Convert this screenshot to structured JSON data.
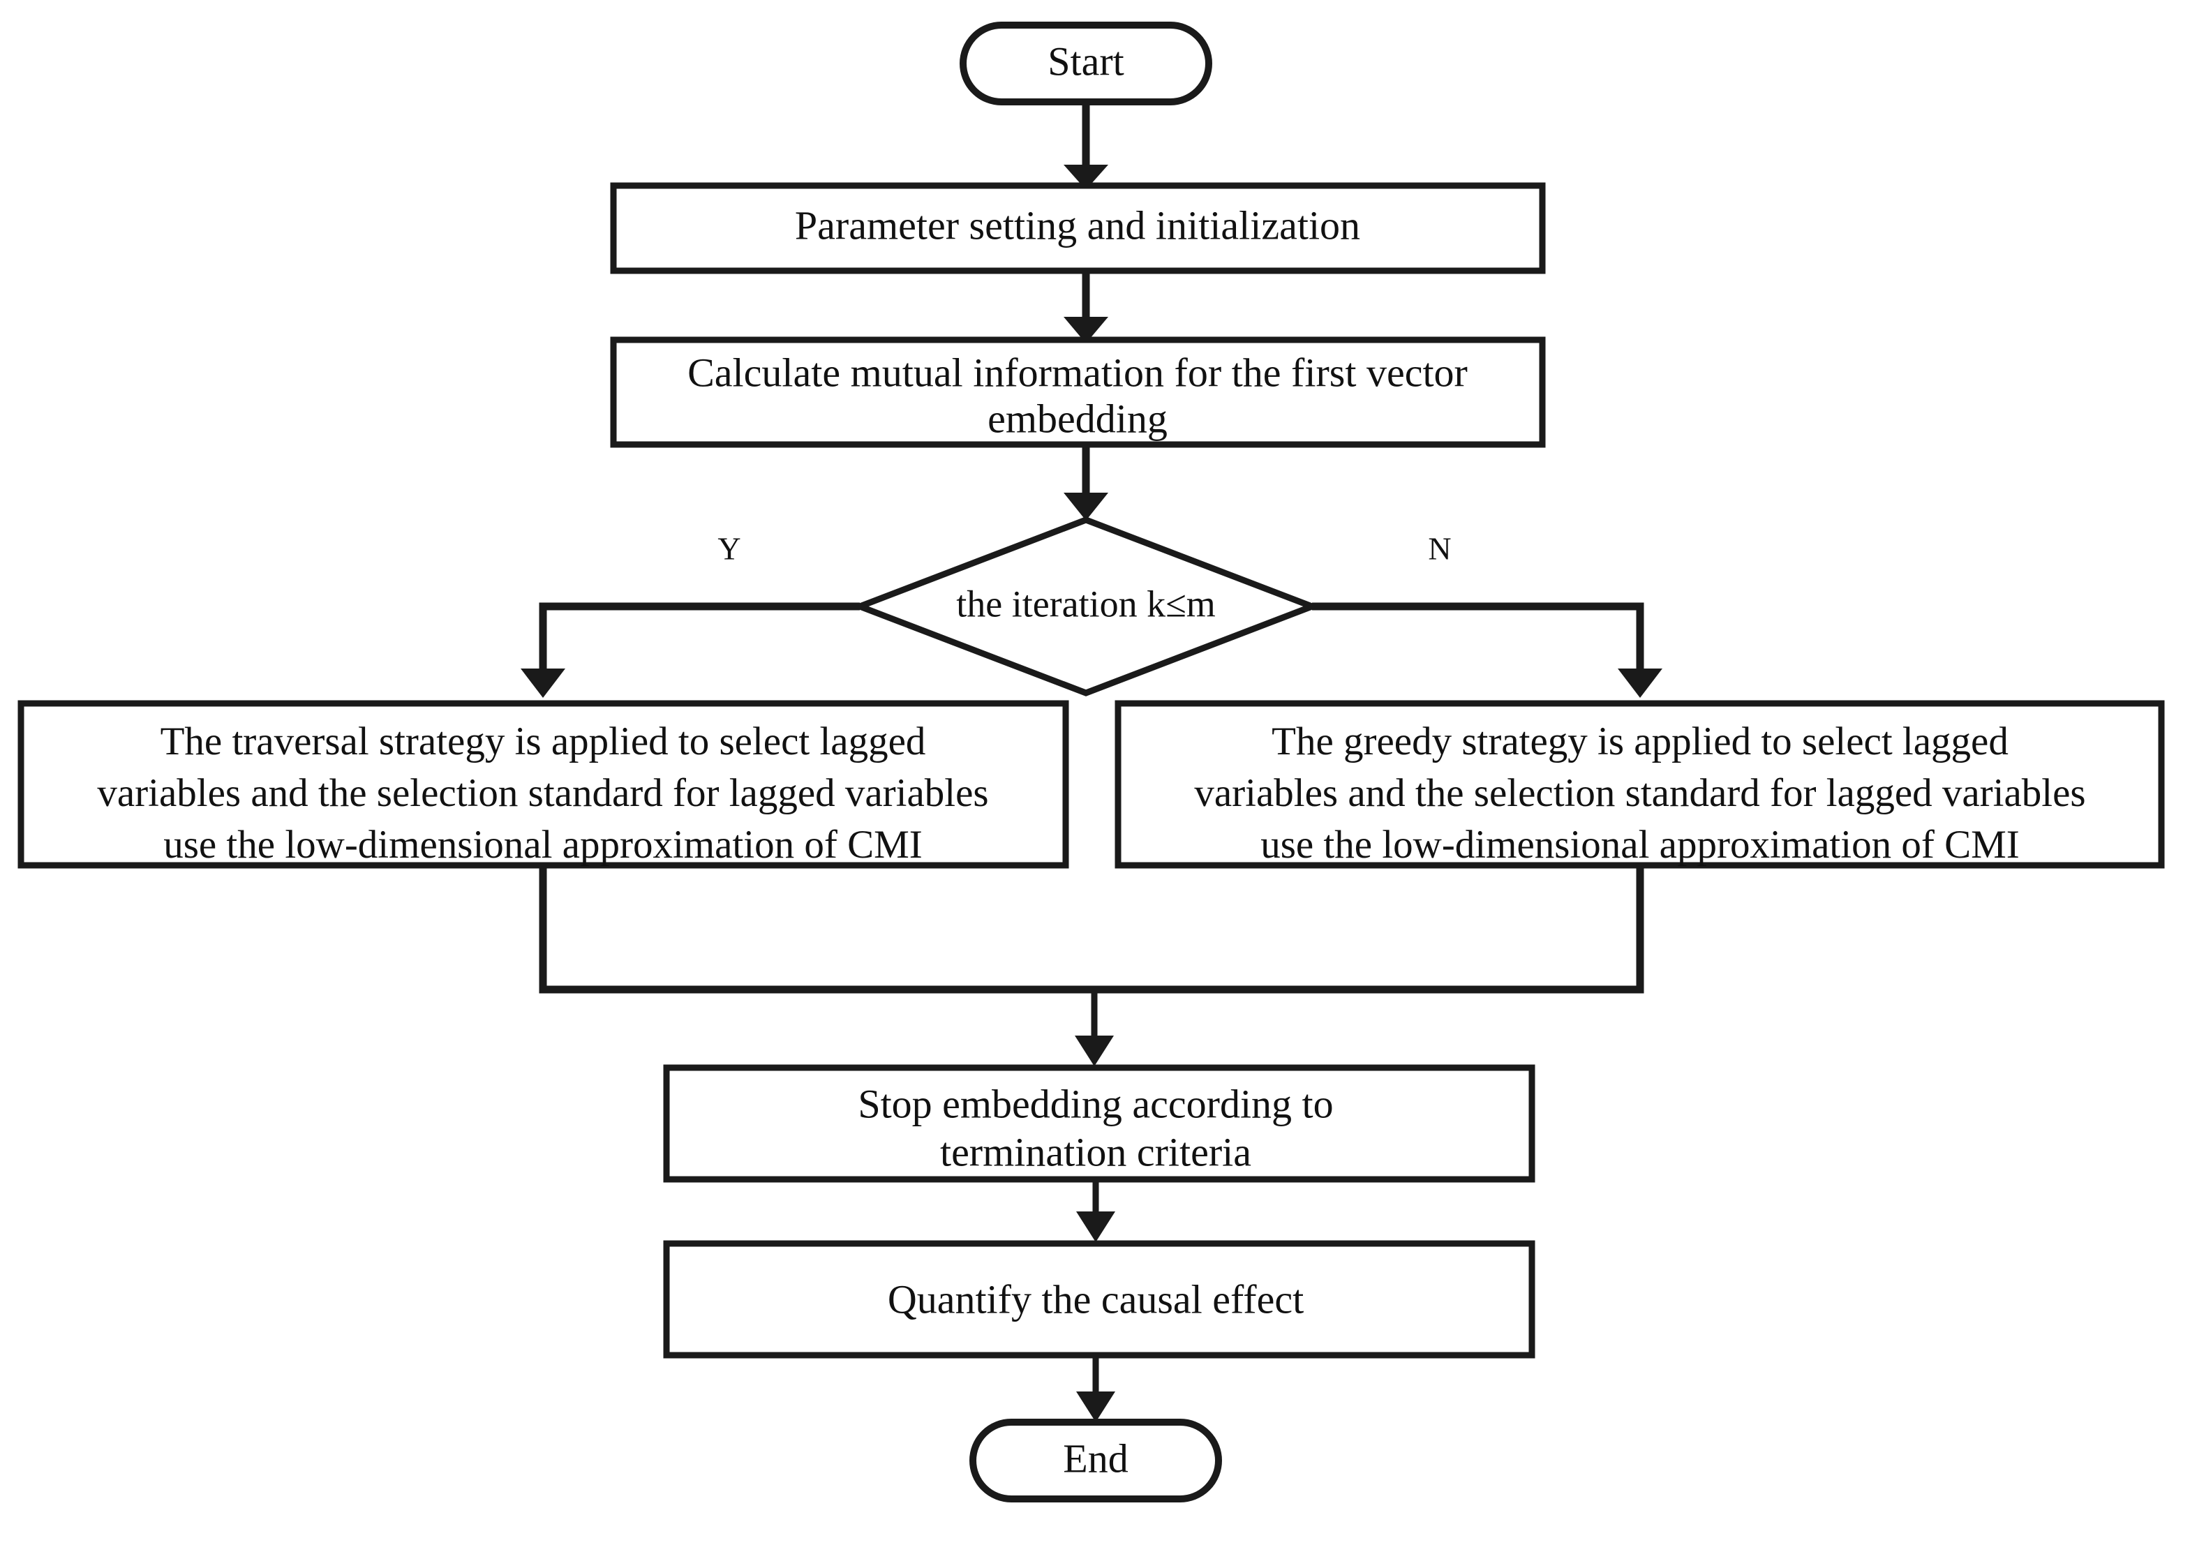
{
  "diagram": {
    "title": "Algorithm flowchart",
    "type": "flowchart",
    "colors": {
      "stroke": "#1a1a1a",
      "fill": "#ffffff",
      "text": "#111111"
    },
    "nodes": {
      "start": {
        "label": "Start",
        "shape": "terminator"
      },
      "init": {
        "label": "Parameter setting and initialization",
        "shape": "process"
      },
      "calc_mi": {
        "shape": "process",
        "line1": "Calculate mutual information for the first vector",
        "line2": "embedding"
      },
      "decision": {
        "label": "the iteration k≤m",
        "shape": "decision"
      },
      "traversal": {
        "shape": "process",
        "line1": "The traversal strategy is applied to select lagged",
        "line2": "variables and the selection standard for lagged variables",
        "line3": "use the low-dimensional approximation of CMI"
      },
      "greedy": {
        "shape": "process",
        "line1": "The  greedy strategy is applied to  select lagged",
        "line2": "variables and the selection standard for lagged variables",
        "line3": "use the low-dimensional approximation of CMI"
      },
      "stop_embed": {
        "shape": "process",
        "line1": "Stop embedding according to",
        "line2": "termination criteria"
      },
      "quantify": {
        "label": "Quantify the causal effect",
        "shape": "process"
      },
      "end": {
        "label": "End",
        "shape": "terminator"
      }
    },
    "edge_labels": {
      "yes": "Y",
      "no": "N"
    }
  }
}
